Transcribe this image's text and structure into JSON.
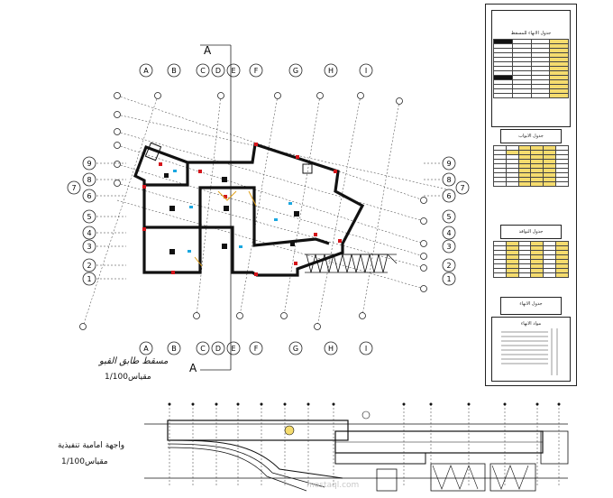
{
  "plan": {
    "title": "مسقط طابق القبو",
    "scale": "1/100مقياس",
    "section_mark": "A",
    "grid_letters": [
      "A",
      "B",
      "C",
      "D",
      "E",
      "F",
      "G",
      "H",
      "I"
    ],
    "grid_numbers": [
      "9",
      "8",
      "7",
      "6",
      "5",
      "4",
      "3",
      "2",
      "1"
    ]
  },
  "elevation": {
    "title": "واجهة امامية تنفيذية",
    "scale": "1/100مقياس"
  },
  "schedules": {
    "finishes_title": "جدول الانهاء للمسقط",
    "doors_title": "جدول الابواب",
    "windows_title": "جدول النوافذ",
    "legend_title": "جدول الانهاء",
    "materials_title": "مواد الانهاء"
  },
  "colors": {
    "wall": "#111111",
    "grid_line": "#333333",
    "accent_red": "#d4141a",
    "accent_cyan": "#1aa7e0",
    "table_fill": "#f5dc6e"
  },
  "watermark": "mostaql.com"
}
